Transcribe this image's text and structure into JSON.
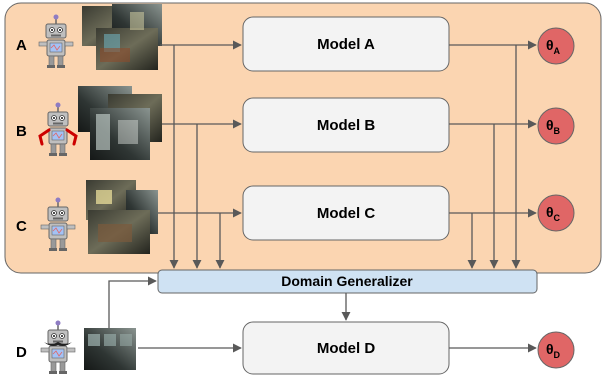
{
  "agents": [
    {
      "label": "A",
      "model": "Model A",
      "theta": "θ",
      "theta_sub": "A"
    },
    {
      "label": "B",
      "model": "Model B",
      "theta": "θ",
      "theta_sub": "B"
    },
    {
      "label": "C",
      "model": "Model C",
      "theta": "θ",
      "theta_sub": "C"
    }
  ],
  "generalizer": {
    "label": "Domain Generalizer"
  },
  "new_agent": {
    "label": "D",
    "model": "Model D",
    "theta": "θ",
    "theta_sub": "D"
  },
  "colors": {
    "region_fill": "#fbd5b1",
    "model_fill": "#f3f3f3",
    "generalizer_fill": "#cfe2f3",
    "theta_fill": "#e06666",
    "arrow": "#595959"
  },
  "icons": {
    "robot_a": "robot-icon",
    "robot_b": "robot-red-arms-icon",
    "robot_c": "robot-icon",
    "robot_d": "robot-mustache-icon",
    "photo": "indoor-photo-icon"
  }
}
